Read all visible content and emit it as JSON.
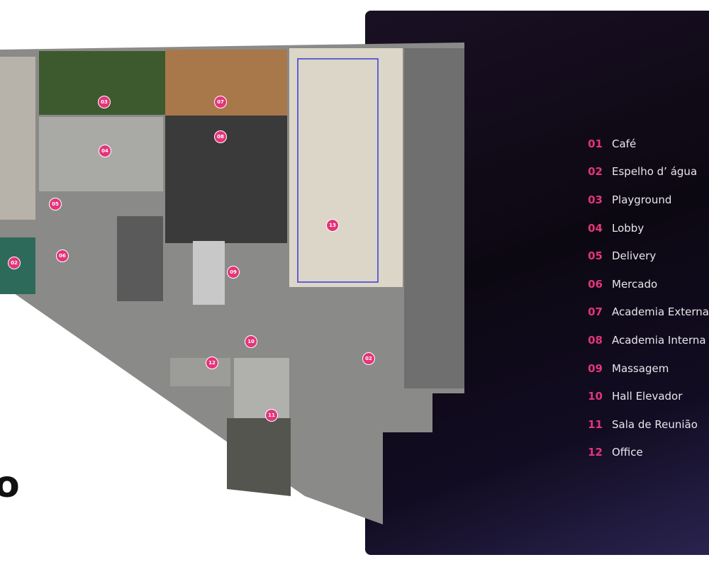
{
  "title_fragment": "o",
  "legend": [
    {
      "num": "01",
      "label": "Café"
    },
    {
      "num": "02",
      "label": "Espelho d’ água"
    },
    {
      "num": "03",
      "label": "Playground"
    },
    {
      "num": "04",
      "label": "Lobby"
    },
    {
      "num": "05",
      "label": "Delivery"
    },
    {
      "num": "06",
      "label": "Mercado"
    },
    {
      "num": "07",
      "label": "Academia Externa"
    },
    {
      "num": "08",
      "label": "Academia Interna"
    },
    {
      "num": "09",
      "label": "Massagem"
    },
    {
      "num": "10",
      "label": "Hall Elevador"
    },
    {
      "num": "11",
      "label": "Sala de Reunião"
    },
    {
      "num": "12",
      "label": "Office"
    }
  ],
  "markers": [
    "03",
    "07",
    "04",
    "08",
    "05",
    "13",
    "02",
    "06",
    "09",
    "10",
    "02",
    "12",
    "11"
  ],
  "colors": {
    "accent": "#e3357a"
  }
}
